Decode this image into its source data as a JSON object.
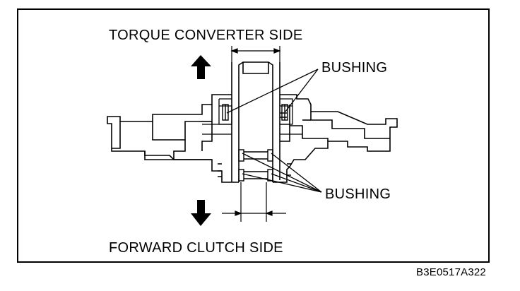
{
  "labels": {
    "top": "TORQUE CONVERTER SIDE",
    "bottom": "FORWARD CLUTCH SIDE",
    "bushing_upper": "BUSHING",
    "bushing_lower": "BUSHING"
  },
  "figure_code": "B3E0517A322"
}
